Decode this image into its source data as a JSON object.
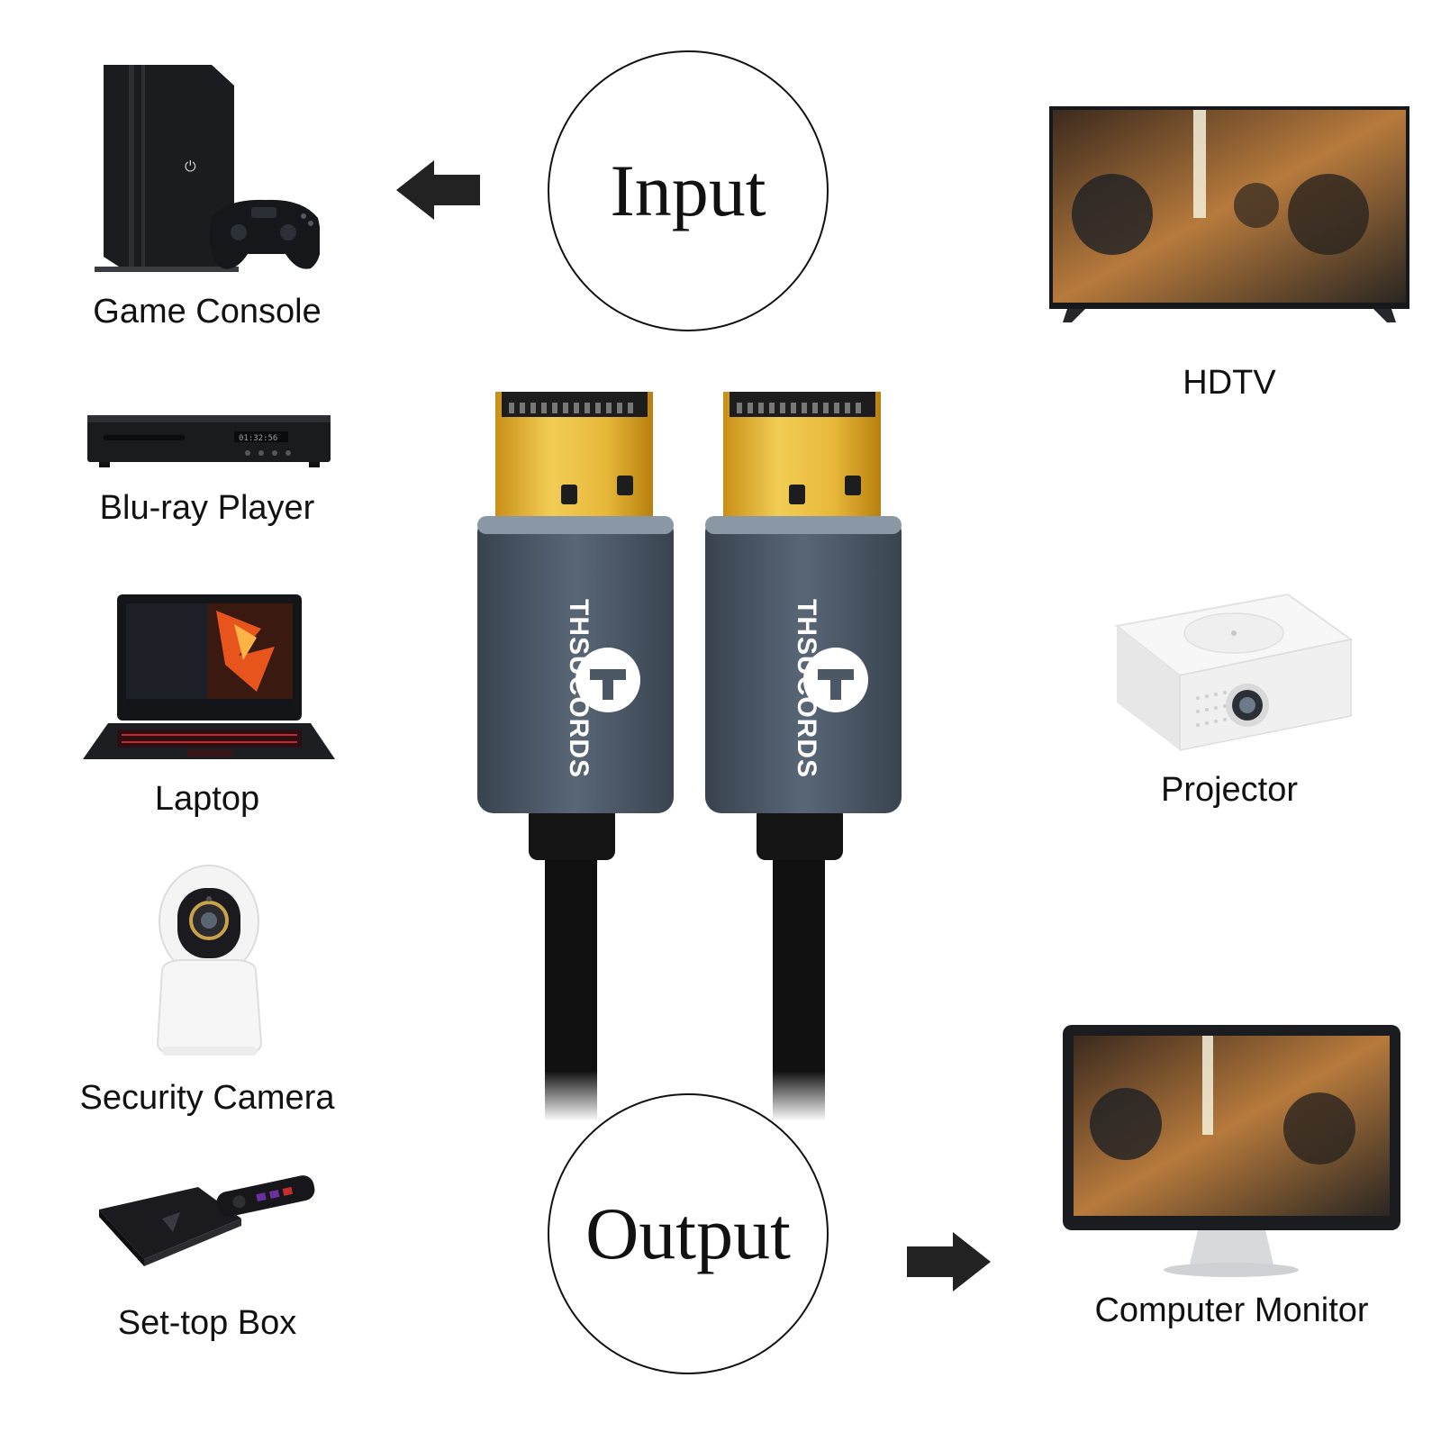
{
  "center": {
    "input_label": "Input",
    "output_label": "Output",
    "brand": "THSUCORDS"
  },
  "left_devices": [
    {
      "label": "Game Console",
      "icon": "game-console-icon"
    },
    {
      "label": "Blu-ray Player",
      "icon": "bluray-player-icon"
    },
    {
      "label": "Laptop",
      "icon": "laptop-icon"
    },
    {
      "label": "Security Camera",
      "icon": "security-camera-icon"
    },
    {
      "label": "Set-top Box",
      "icon": "set-top-box-icon"
    }
  ],
  "right_devices": [
    {
      "label": "HDTV",
      "icon": "hdtv-icon"
    },
    {
      "label": "Projector",
      "icon": "projector-icon"
    },
    {
      "label": "Computer Monitor",
      "icon": "computer-monitor-icon"
    }
  ],
  "colors": {
    "connector_gold": "#e8b93a",
    "housing_gray": "#4c5866",
    "cable_black": "#111111"
  }
}
